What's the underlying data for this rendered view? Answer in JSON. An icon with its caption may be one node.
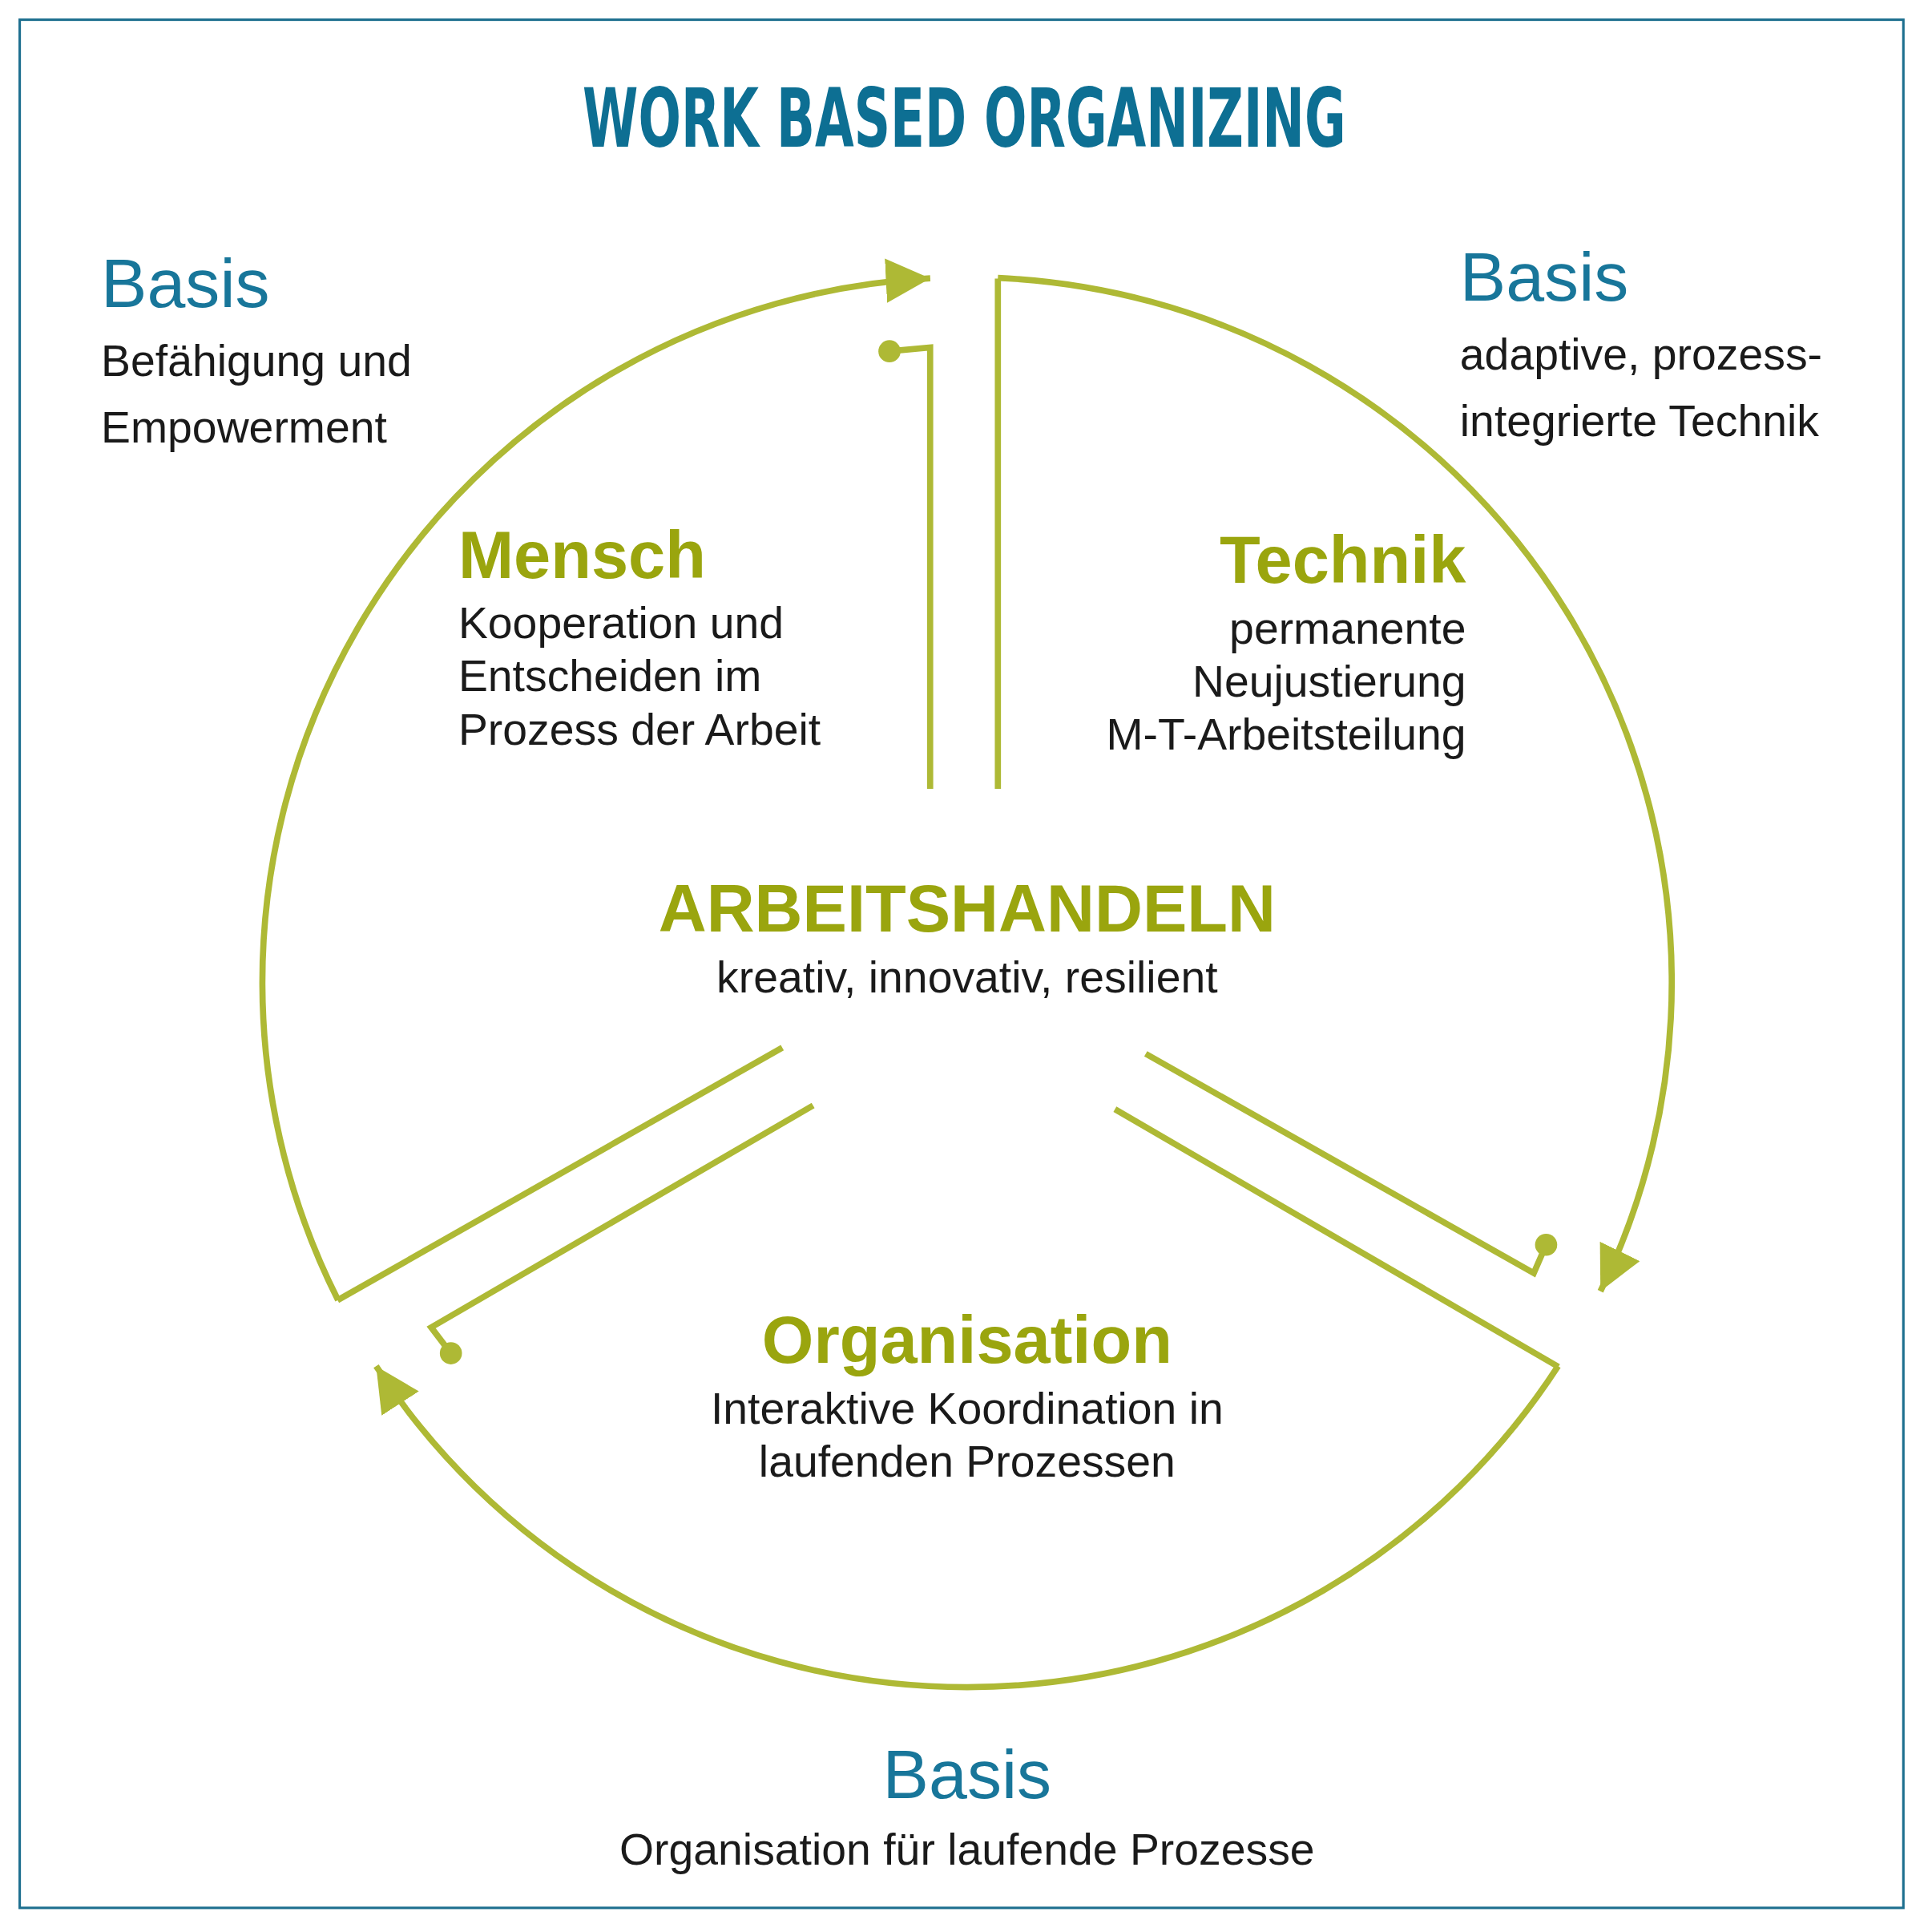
{
  "diagram": {
    "title": "WORK BASED ORGANIZING",
    "nodes": [
      {
        "text": [
          "Mensch",
          "Kooperation und Entscheiden im Prozess der Arbeit"
        ]
      },
      {
        "text": [
          "Technik",
          "permanente Neujustierung M-T-Arbeitsteilung"
        ]
      },
      {
        "text": [
          "ARBEITSHANDELN",
          "kreativ, innovativ, resilient"
        ]
      },
      {
        "text": [
          "Organisation",
          "Interaktive Koordination in laufenden Prozessen"
        ]
      }
    ],
    "edges": [
      {
        "from": 0,
        "to": 1,
        "arrow": "to"
      },
      {
        "from": 1,
        "to": 3,
        "arrow": "to"
      },
      {
        "from": 3,
        "to": 0,
        "arrow": "to"
      }
    ],
    "labels": [
      "Basis",
      "Befähigung und Empowerment",
      "Basis",
      "adaptive, prozess- integrierte Technik",
      "Basis",
      "Organisation für laufende Prozesse"
    ]
  }
}
